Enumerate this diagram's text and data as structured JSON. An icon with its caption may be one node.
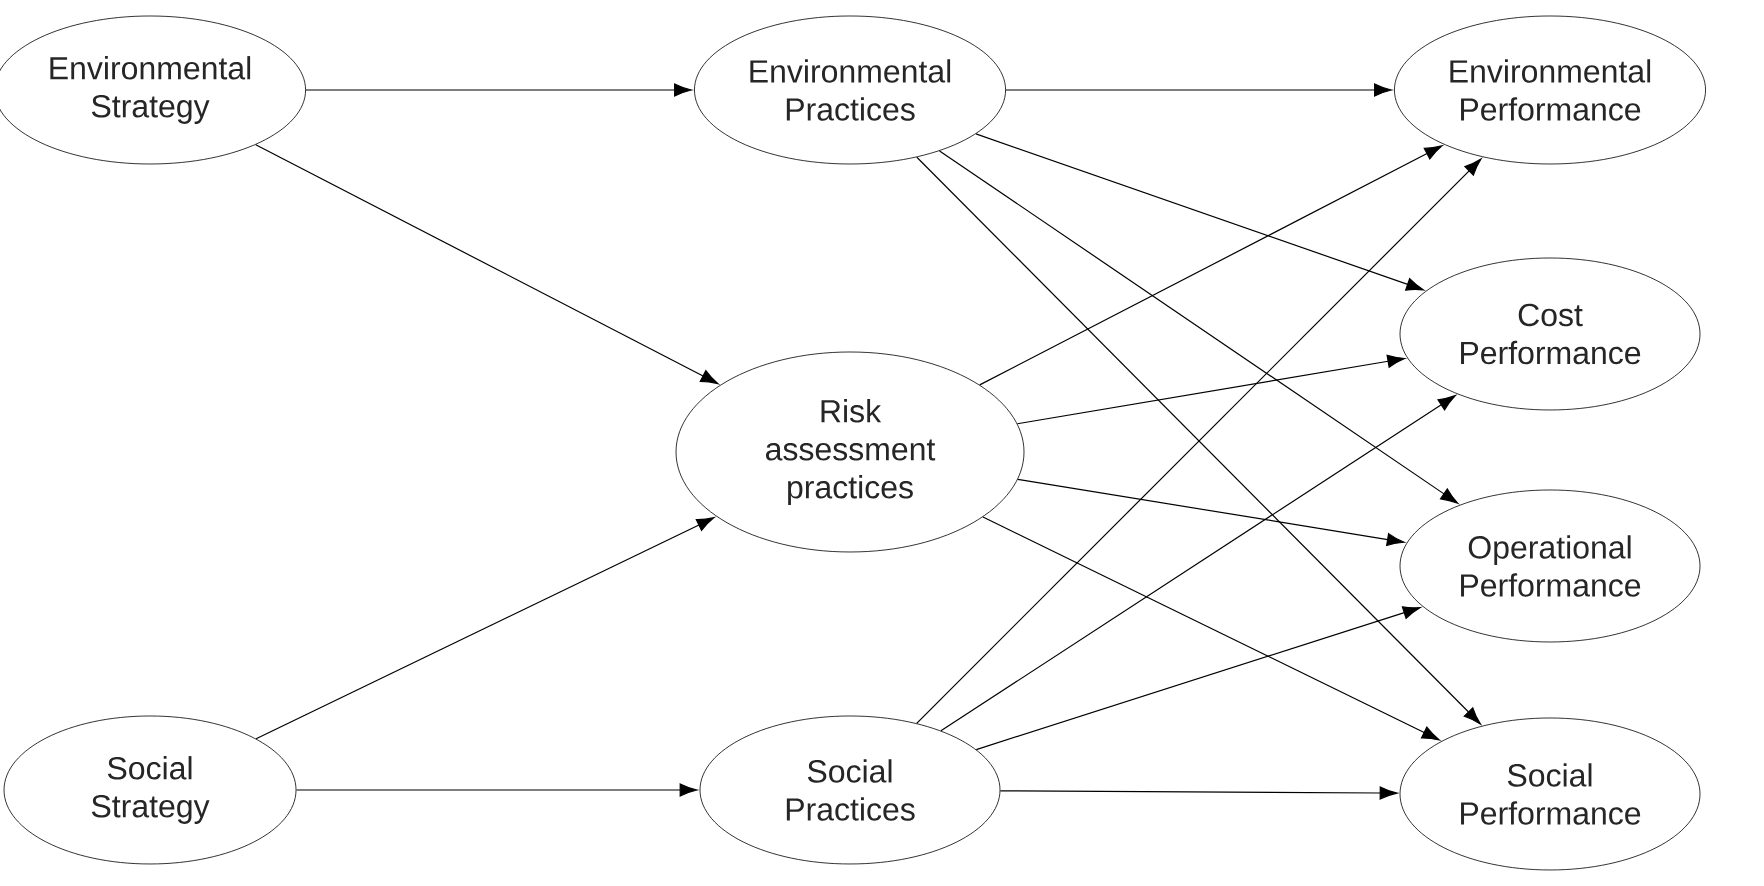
{
  "diagram": {
    "nodes": [
      {
        "text": [
          "Environmental Strategy"
        ]
      },
      {
        "text": [
          "Environmental Practices"
        ]
      },
      {
        "text": [
          "Environmental Performance"
        ]
      },
      {
        "text": [
          "Cost Performance"
        ]
      },
      {
        "text": [
          "Risk assessment practices"
        ]
      },
      {
        "text": [
          "Operational Performance"
        ]
      },
      {
        "text": [
          "Social Strategy"
        ]
      },
      {
        "text": [
          "Social Practices"
        ]
      },
      {
        "text": [
          "Social Performance"
        ]
      }
    ],
    "edges": [
      {
        "from": 0,
        "to": 1,
        "arrow": "to"
      },
      {
        "from": 0,
        "to": 4,
        "arrow": "to"
      },
      {
        "from": 6,
        "to": 4,
        "arrow": "to"
      },
      {
        "from": 6,
        "to": 7,
        "arrow": "to"
      },
      {
        "from": 1,
        "to": 2,
        "arrow": "to"
      },
      {
        "from": 1,
        "to": 3,
        "arrow": "to"
      },
      {
        "from": 1,
        "to": 5,
        "arrow": "to"
      },
      {
        "from": 1,
        "to": 8,
        "arrow": "to"
      },
      {
        "from": 4,
        "to": 2,
        "arrow": "to"
      },
      {
        "from": 4,
        "to": 3,
        "arrow": "to"
      },
      {
        "from": 4,
        "to": 5,
        "arrow": "to"
      },
      {
        "from": 4,
        "to": 8,
        "arrow": "to"
      },
      {
        "from": 7,
        "to": 2,
        "arrow": "to"
      },
      {
        "from": 7,
        "to": 3,
        "arrow": "to"
      },
      {
        "from": 7,
        "to": 5,
        "arrow": "to"
      },
      {
        "from": 7,
        "to": 8,
        "arrow": "to"
      }
    ]
  }
}
